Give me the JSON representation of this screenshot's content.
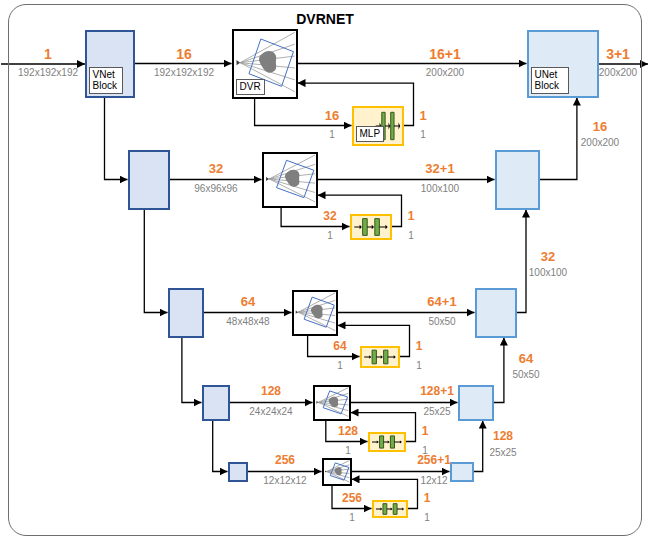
{
  "diagram": {
    "nodes": [
      {
        "text": [
          "DVRNET"
        ]
      },
      {
        "text": [],
        "in": 0
      },
      {
        "text": [
          "VNet Block"
        ],
        "in": 1
      },
      {
        "text": [],
        "in": 0
      },
      {
        "text": [
          "DVR"
        ],
        "in": 3
      },
      {
        "text": [],
        "in": 0
      },
      {
        "text": [
          "UNet Block"
        ],
        "in": 5
      },
      {
        "text": [],
        "in": 0
      },
      {
        "text": [
          "MLP"
        ],
        "in": 7
      },
      {
        "text": [],
        "in": 0
      },
      {
        "text": [],
        "in": 0
      },
      {
        "text": [],
        "in": 0
      },
      {
        "text": [],
        "in": 0
      },
      {
        "text": [],
        "in": 0
      },
      {
        "text": [],
        "in": 0
      },
      {
        "text": [],
        "in": 0
      },
      {
        "text": [],
        "in": 0
      },
      {
        "text": [],
        "in": 0
      },
      {
        "text": [],
        "in": 0
      },
      {
        "text": [],
        "in": 0
      },
      {
        "text": [],
        "in": 0
      },
      {
        "text": [],
        "in": 0
      },
      {
        "text": [],
        "in": 0
      },
      {
        "text": [],
        "in": 0
      },
      {
        "text": [],
        "in": 0
      }
    ],
    "edges": [
      {
        "from": 1,
        "to": 3,
        "arrow": "to"
      },
      {
        "from": 3,
        "to": 7,
        "arrow": "to"
      },
      {
        "from": 7,
        "to": 3,
        "arrow": "to"
      },
      {
        "from": 3,
        "to": 5,
        "arrow": "to"
      },
      {
        "from": 1,
        "to": 9,
        "arrow": "to"
      },
      {
        "from": 11,
        "to": 5,
        "arrow": "to"
      },
      {
        "from": 9,
        "to": 10,
        "arrow": "to"
      },
      {
        "from": 10,
        "to": 12,
        "arrow": "to"
      },
      {
        "from": 12,
        "to": 10,
        "arrow": "to"
      },
      {
        "from": 10,
        "to": 11,
        "arrow": "to"
      },
      {
        "from": 9,
        "to": 13,
        "arrow": "to"
      },
      {
        "from": 15,
        "to": 11,
        "arrow": "to"
      },
      {
        "from": 13,
        "to": 14,
        "arrow": "to"
      },
      {
        "from": 14,
        "to": 16,
        "arrow": "to"
      },
      {
        "from": 16,
        "to": 14,
        "arrow": "to"
      },
      {
        "from": 14,
        "to": 15,
        "arrow": "to"
      },
      {
        "from": 13,
        "to": 17,
        "arrow": "to"
      },
      {
        "from": 19,
        "to": 15,
        "arrow": "to"
      },
      {
        "from": 17,
        "to": 18,
        "arrow": "to"
      },
      {
        "from": 18,
        "to": 20,
        "arrow": "to"
      },
      {
        "from": 20,
        "to": 18,
        "arrow": "to"
      },
      {
        "from": 18,
        "to": 19,
        "arrow": "to"
      },
      {
        "from": 17,
        "to": 21,
        "arrow": "to"
      },
      {
        "from": 23,
        "to": 19,
        "arrow": "to"
      },
      {
        "from": 21,
        "to": 22,
        "arrow": "to"
      },
      {
        "from": 22,
        "to": 24,
        "arrow": "to"
      },
      {
        "from": 24,
        "to": 22,
        "arrow": "to"
      },
      {
        "from": 22,
        "to": 23,
        "arrow": "to"
      }
    ],
    "labels": [
      "1",
      "192x192x192",
      "16",
      "192x192x192",
      "16+1",
      "200x200",
      "3+1",
      "200x200",
      "16",
      "1",
      "1",
      "1",
      "16",
      "200x200",
      "32",
      "96x96x96",
      "32+1",
      "100x100",
      "32",
      "1",
      "1",
      "1",
      "32",
      "100x100",
      "64",
      "48x48x48",
      "64+1",
      "50x50",
      "64",
      "1",
      "1",
      "1",
      "64",
      "50x50",
      "128",
      "24x24x24",
      "128+1",
      "25x25",
      "128",
      "1",
      "1",
      "1",
      "128",
      "25x25",
      "256",
      "12x12x12",
      "256+1",
      "12x12",
      "256",
      "1",
      "1",
      "1"
    ]
  }
}
